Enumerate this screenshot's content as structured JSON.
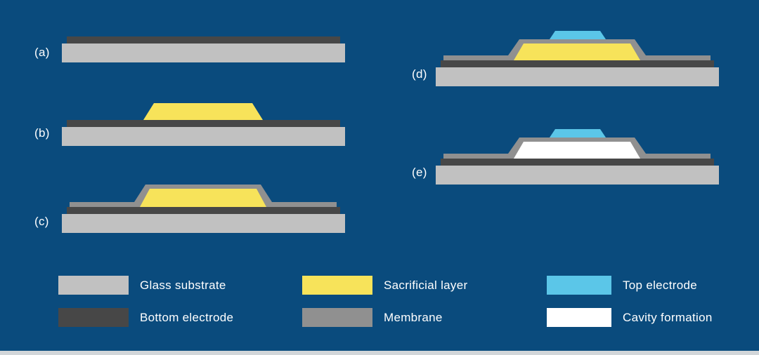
{
  "colors": {
    "background": "#0a4b7d",
    "glass_substrate": "#c1c1c1",
    "bottom_electrode": "#474747",
    "sacrificial_layer": "#f7e35a",
    "membrane": "#909090",
    "top_electrode": "#5bc6e8",
    "cavity": "#ffffff",
    "footer_strip": "#d2d6d9"
  },
  "panels": [
    {
      "label": "(a)"
    },
    {
      "label": "(b)"
    },
    {
      "label": "(c)"
    },
    {
      "label": "(d)"
    },
    {
      "label": "(e)"
    }
  ],
  "legend": [
    {
      "label": "Glass substrate",
      "color": "#c1c1c1"
    },
    {
      "label": "Bottom electrode",
      "color": "#474747"
    },
    {
      "label": "Sacrificial layer",
      "color": "#f7e35a"
    },
    {
      "label": "Membrane",
      "color": "#909090"
    },
    {
      "label": "Top electrode",
      "color": "#5bc6e8"
    },
    {
      "label": "Cavity formation",
      "color": "#ffffff"
    }
  ]
}
